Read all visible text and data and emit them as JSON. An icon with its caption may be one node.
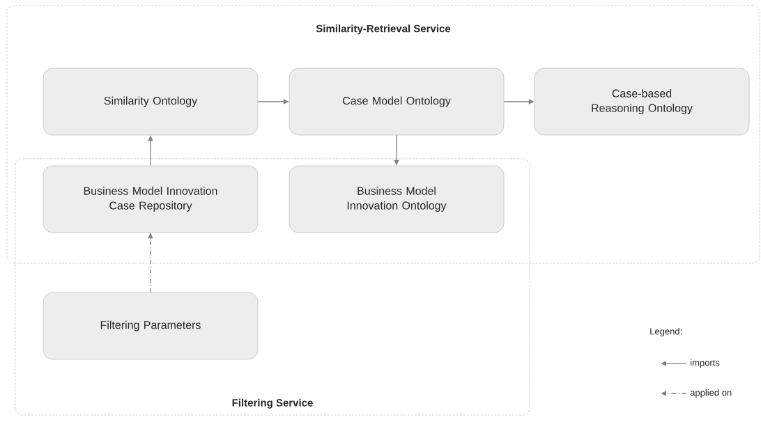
{
  "diagram": {
    "nodes": [
      {
        "text": [
          "Similarity-Retrieval Service"
        ]
      },
      {
        "text": [
          "Similarity Ontology"
        ],
        "in": 0
      },
      {
        "text": [
          "Case Model Ontology"
        ],
        "in": 0
      },
      {
        "text": [
          "Case-based Reasoning Ontology"
        ],
        "in": 0
      },
      {
        "text": [
          "Filtering Service"
        ]
      },
      {
        "text": [
          "Business Model Innovation Case Repository"
        ]
      },
      {
        "text": [
          "Business Model Innovation Ontology"
        ]
      },
      {
        "text": [
          "Filtering Parameters"
        ],
        "in": 4
      }
    ],
    "edges": [
      {
        "from": 1,
        "to": 2,
        "arrow": "to"
      },
      {
        "from": 2,
        "to": 3,
        "arrow": "to"
      },
      {
        "from": 2,
        "to": 6,
        "arrow": "to"
      },
      {
        "from": 5,
        "to": 1,
        "arrow": "to"
      },
      {
        "from": 7,
        "to": 5,
        "arrow": "to",
        "style": "dashed"
      }
    ],
    "labels": [
      "Legend:"
    ],
    "legend": [
      {
        "text": "imports"
      },
      {
        "text": "applied on"
      }
    ]
  }
}
